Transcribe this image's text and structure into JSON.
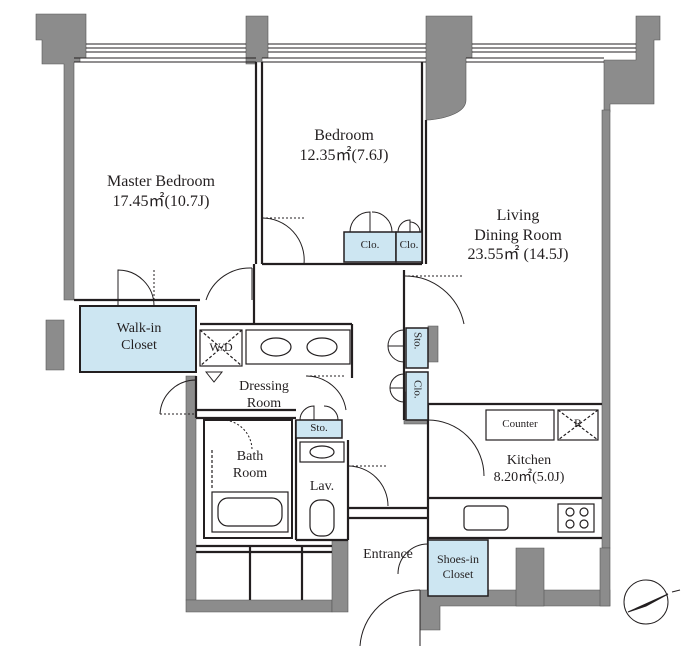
{
  "rooms": {
    "master_bedroom": {
      "name": "Master Bedroom",
      "area": "17.45㎡(10.7J)"
    },
    "bedroom": {
      "name": "Bedroom",
      "area": "12.35㎡(7.6J)"
    },
    "living": {
      "name_1": "Living",
      "name_2": "Dining Room",
      "area": "23.55㎡ (14.5J)"
    },
    "walk_in_closet": {
      "name_1": "Walk-in",
      "name_2": "Closet"
    },
    "dressing_room": {
      "name_1": "Dressing",
      "name_2": "Room"
    },
    "bath_room": {
      "name_1": "Bath",
      "name_2": "Room"
    },
    "lavatory": {
      "name": "Lav."
    },
    "kitchen": {
      "name": "Kitchen",
      "area": "8.20㎡(5.0J)"
    },
    "entrance": {
      "name": "Entrance"
    },
    "shoes_in_closet": {
      "name_1": "Shoes-in",
      "name_2": "Closet"
    }
  },
  "fixtures": {
    "closet_1": "Clo.",
    "closet_2": "Clo.",
    "washer": "W/D",
    "storage_dressing": "Sto.",
    "storage_living_1": "Sto.",
    "storage_living_2": "Clo.",
    "counter": "Counter",
    "refrigerator": "R"
  },
  "colors": {
    "wall": "#8a8a8a",
    "storage_fill": "#cde6f2",
    "line": "#231f20"
  },
  "icons": [
    "north-compass-icon"
  ]
}
